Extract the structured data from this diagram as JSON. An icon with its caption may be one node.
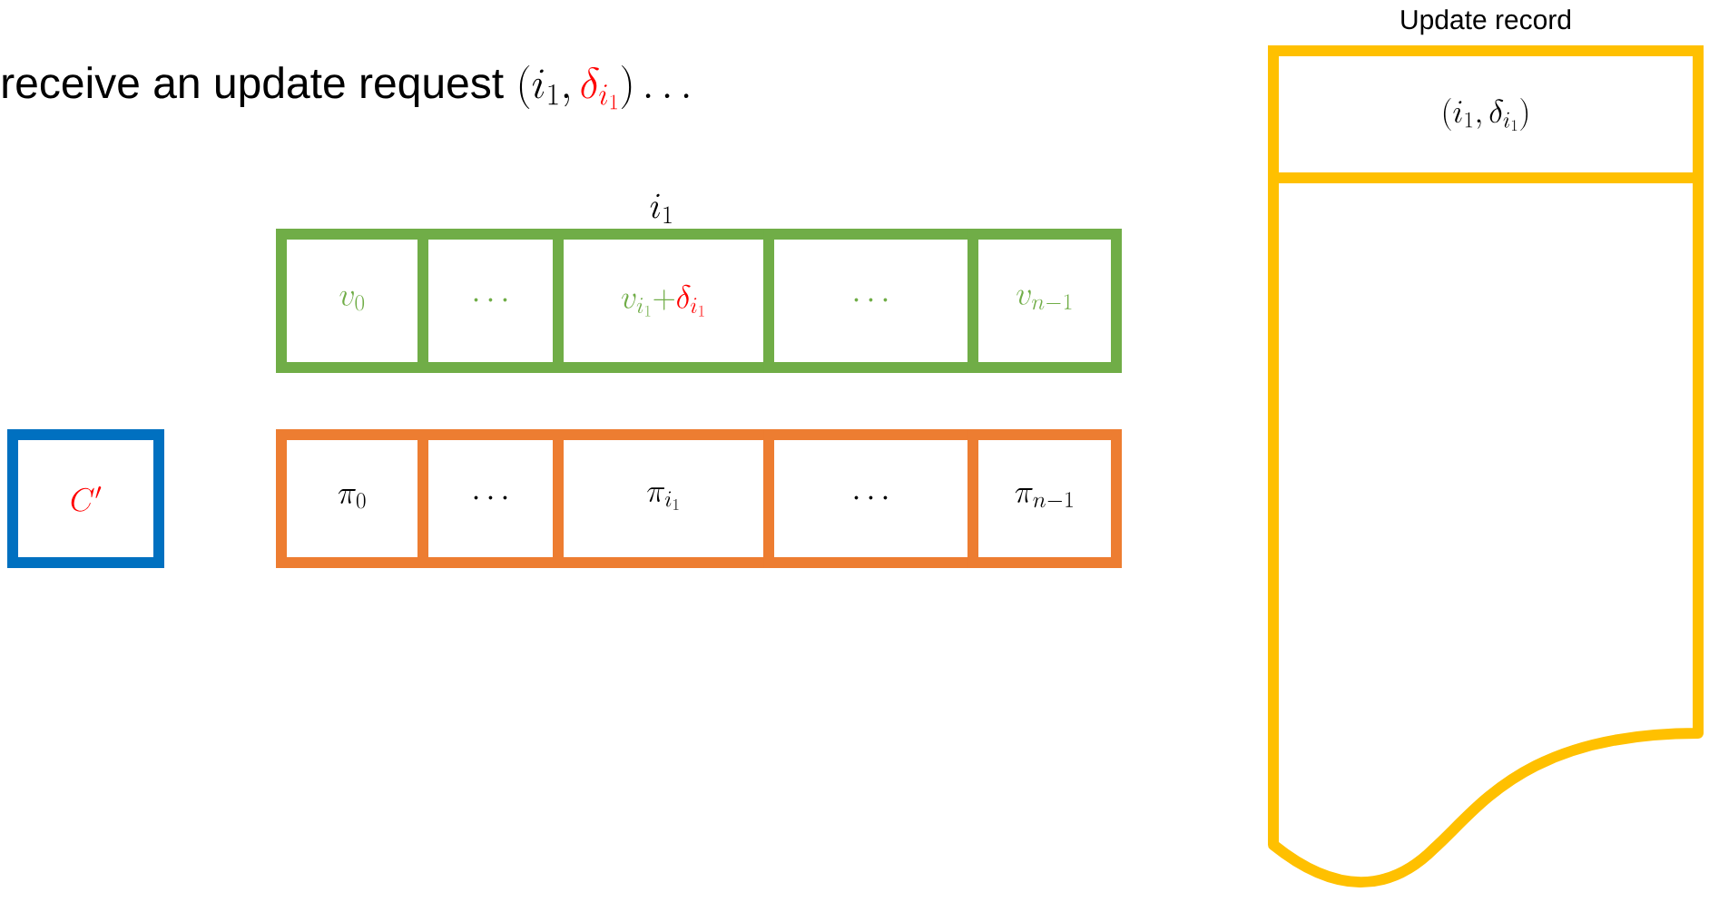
{
  "diagram": {
    "title": "receive an update request",
    "nodes": [
      {
        "text": [
          "v_0"
        ]
      },
      {
        "text": [
          "\\cdots"
        ]
      },
      {
        "text": [
          "v_{i_1}+",
          "\\delta_{i_1}"
        ]
      },
      {
        "text": [
          "\\cdots"
        ]
      },
      {
        "text": [
          "v_{n-1}"
        ]
      },
      {
        "text": [
          "\\pi_0"
        ]
      },
      {
        "text": [
          "\\cdots"
        ]
      },
      {
        "text": [
          "\\pi_{i_1}"
        ]
      },
      {
        "text": [
          "\\cdots"
        ]
      },
      {
        "text": [
          "\\pi_{n-1}"
        ]
      },
      {
        "text": [
          "C'"
        ]
      },
      {
        "text": [
          "Update record"
        ]
      },
      {
        "text": [
          "(i_1,\\delta_{i_1})"
        ],
        "in": 11
      }
    ],
    "edges": [],
    "labels": [
      "(i_1,",
      "\\delta_{i_1}",
      ")\\ldots",
      "i_1"
    ]
  }
}
